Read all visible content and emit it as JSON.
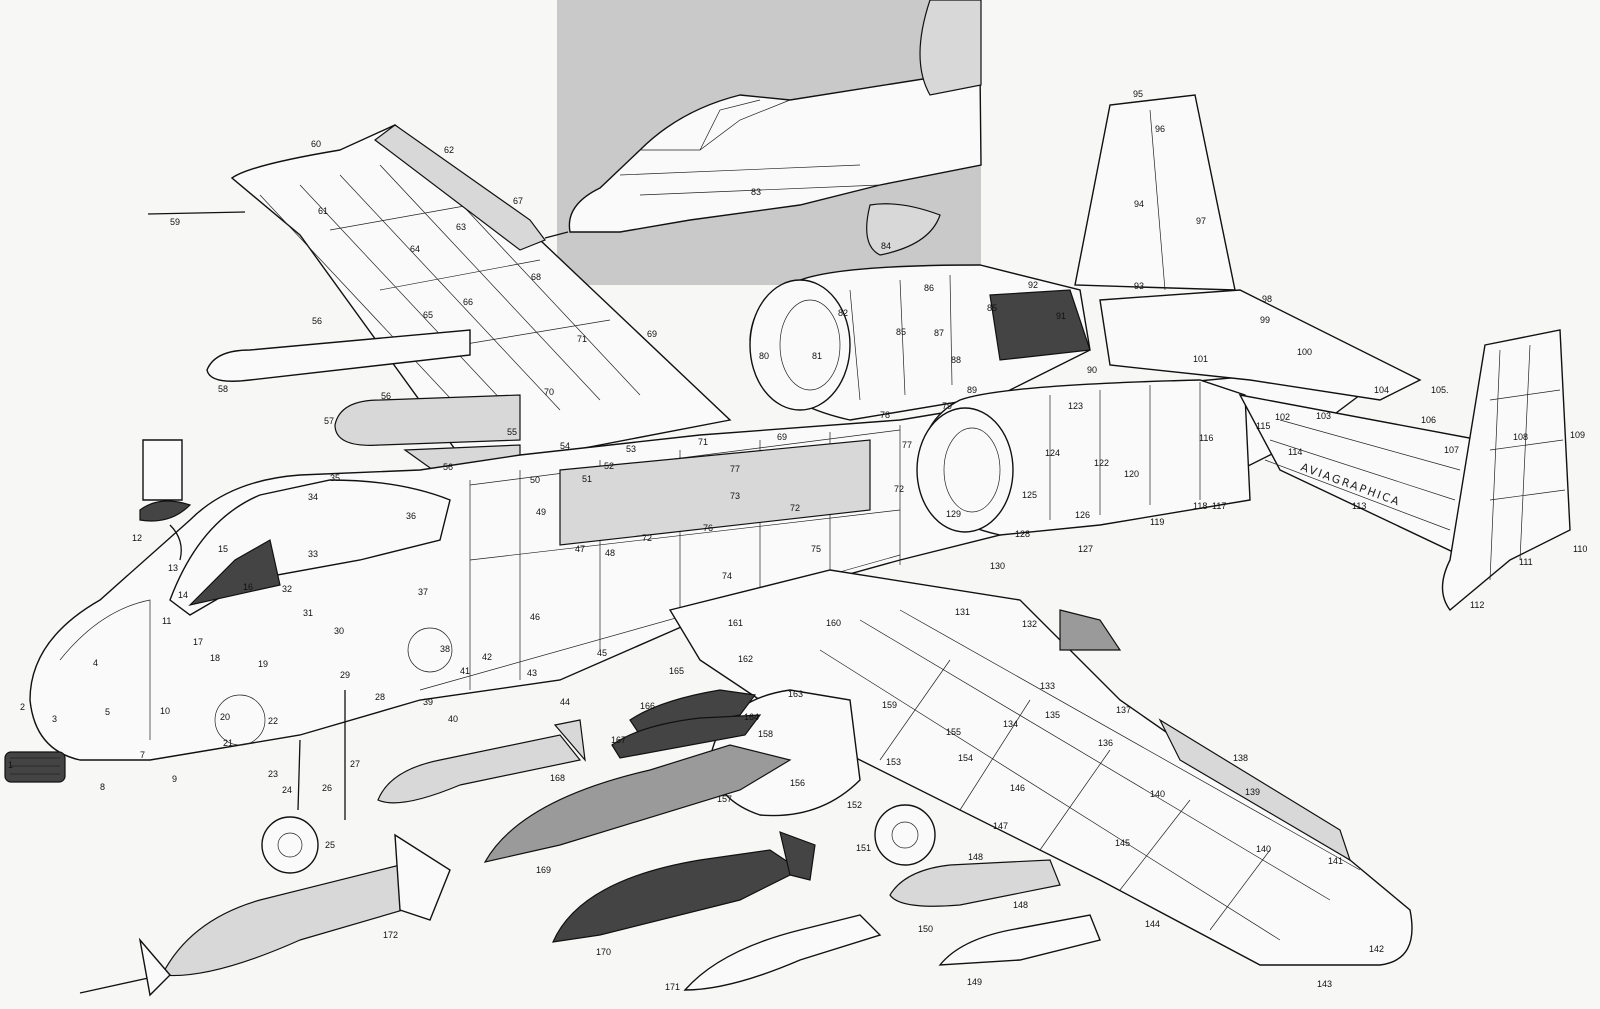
{
  "signature": "AVIAGRAPHICA",
  "colors": {
    "paper": "#f7f7f5",
    "ink": "#111111",
    "inset": "#c9c9c9",
    "ordnance_dark": "#444444",
    "ordnance_mid": "#9a9a9a"
  },
  "labels": {
    "n1": "1",
    "n2": "2",
    "n3": "3",
    "n4": "4",
    "n5": "5",
    "n7": "7",
    "n8": "8",
    "n9": "9",
    "n10": "10",
    "n11": "11",
    "n12": "12",
    "n13": "13",
    "n14": "14",
    "n15": "15",
    "n16": "16",
    "n17": "17",
    "n18": "18",
    "n19": "19",
    "n20": "20",
    "n21": "21",
    "n22": "22",
    "n23": "23",
    "n24": "24",
    "n25": "25",
    "n26": "26",
    "n27": "27",
    "n28": "28",
    "n29": "29",
    "n30": "30",
    "n31": "31",
    "n32": "32",
    "n33": "33",
    "n34": "34",
    "n35": "35",
    "n36": "36",
    "n37": "37",
    "n38": "38",
    "n39": "39",
    "n40": "40",
    "n41": "41",
    "n42": "42",
    "n43": "43",
    "n44": "44",
    "n45": "45",
    "n46": "46",
    "n47": "47",
    "n48": "48",
    "n49": "49",
    "n50": "50",
    "n51": "51",
    "n52": "52",
    "n53": "53",
    "n54": "54",
    "n55": "55",
    "n56a": "56",
    "n56b": "56",
    "n56c": "56",
    "n57": "57",
    "n58": "58",
    "n59": "59",
    "n60": "60",
    "n61": "61",
    "n62": "62",
    "n63": "63",
    "n64": "64",
    "n65": "65",
    "n66": "66",
    "n67": "67",
    "n68": "68",
    "n69a": "69",
    "n69b": "69",
    "n70": "70",
    "n71a": "71",
    "n71b": "71",
    "n72a": "72",
    "n72b": "72",
    "n72c": "72",
    "n73": "73",
    "n74": "74",
    "n75": "75",
    "n76": "76",
    "n77a": "77",
    "n77b": "77",
    "n78": "78",
    "n79": "79",
    "n80": "80",
    "n81": "81",
    "n82": "82",
    "n83": "83",
    "n84": "84",
    "n85a": "85",
    "n85b": "85",
    "n86": "86",
    "n87": "87",
    "n88": "88",
    "n89": "89",
    "n90": "90",
    "n91": "91",
    "n92": "92",
    "n93": "93",
    "n94": "94",
    "n95": "95",
    "n96": "96",
    "n97": "97",
    "n98": "98",
    "n99": "99",
    "n100": "100",
    "n101": "101",
    "n102": "102",
    "n103": "103",
    "n104": "104",
    "n105": "105.",
    "n106": "106",
    "n107": "107",
    "n108": "108",
    "n109": "109",
    "n110": "110",
    "n111": "111",
    "n112": "112",
    "n113": "113",
    "n114": "114",
    "n115": "115",
    "n116": "116",
    "n117": "117",
    "n118": "118",
    "n119": "119",
    "n120": "120",
    "n122": "122",
    "n123": "123",
    "n124": "124",
    "n125": "125",
    "n126": "126",
    "n127": "127",
    "n128": "128",
    "n129": "129",
    "n130": "130",
    "n131": "131",
    "n132": "132",
    "n133": "133",
    "n134": "134",
    "n135": "135",
    "n136": "136",
    "n137": "137",
    "n138": "138",
    "n139": "139",
    "n140a": "140",
    "n140b": "140",
    "n141": "141",
    "n142": "142",
    "n143": "143",
    "n144": "144",
    "n145": "145",
    "n146": "146",
    "n147": "147",
    "n148a": "148",
    "n148b": "148",
    "n149": "149",
    "n150": "150",
    "n151": "151",
    "n152": "152",
    "n153": "153",
    "n154": "154",
    "n155": "155",
    "n156": "156",
    "n157": "157",
    "n158": "158",
    "n159": "159",
    "n160": "160",
    "n161": "161",
    "n162": "162",
    "n163": "163",
    "n164": "164",
    "n165": "165",
    "n166": "166",
    "n167": "167",
    "n168": "168",
    "n169": "169",
    "n170": "170",
    "n171": "171",
    "n172": "172"
  }
}
